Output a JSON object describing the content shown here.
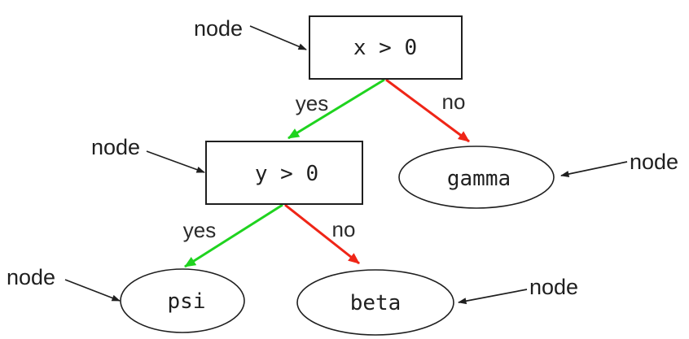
{
  "diagram": {
    "type": "decision-tree",
    "annotation_label": "node",
    "nodes": {
      "root": {
        "label": "x > 0",
        "shape": "rectangle"
      },
      "inner": {
        "label": "y > 0",
        "shape": "rectangle"
      },
      "gamma": {
        "label": "gamma",
        "shape": "ellipse"
      },
      "psi": {
        "label": "psi",
        "shape": "ellipse"
      },
      "beta": {
        "label": "beta",
        "shape": "ellipse"
      }
    },
    "edges": [
      {
        "from": "x > 0",
        "to": "y > 0",
        "label": "yes",
        "color": "#1fd31f"
      },
      {
        "from": "x > 0",
        "to": "gamma",
        "label": "no",
        "color": "#ef2517"
      },
      {
        "from": "y > 0",
        "to": "psi",
        "label": "yes",
        "color": "#1fd31f"
      },
      {
        "from": "y > 0",
        "to": "beta",
        "label": "no",
        "color": "#ef2517"
      }
    ],
    "colors": {
      "yes_edge": "#1fd31f",
      "no_edge": "#ef2517",
      "outline": "#1f1f1f",
      "text": "#1f1f1f",
      "background": "#ffffff"
    }
  }
}
